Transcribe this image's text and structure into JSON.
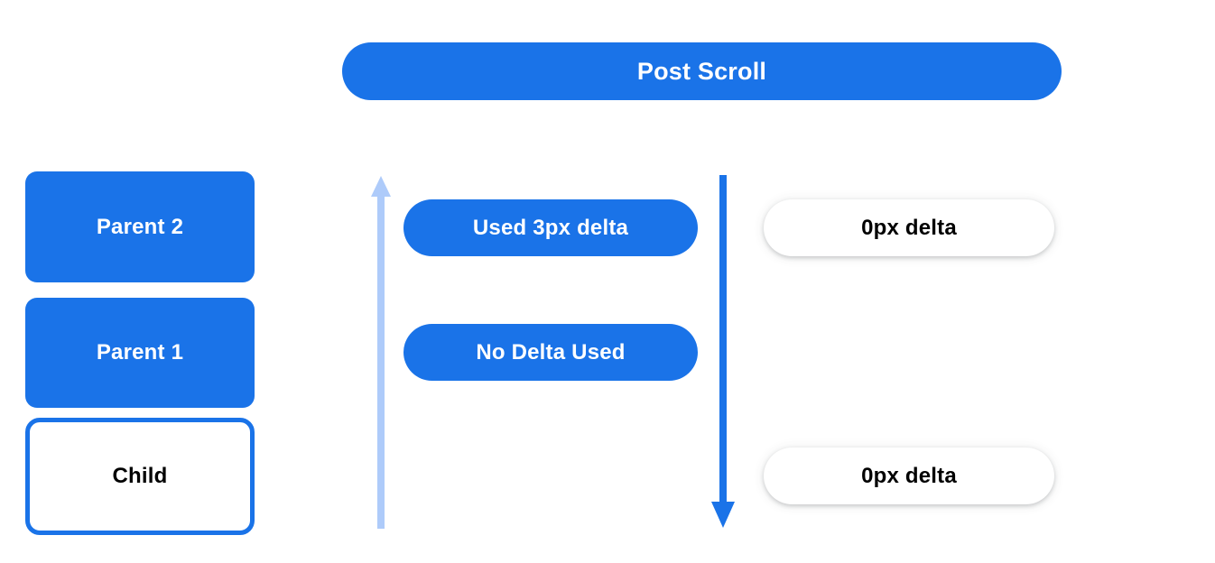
{
  "banner": {
    "label": "Post Scroll"
  },
  "colors": {
    "accent_blue": "#1a73e8",
    "light_blue": "#aecbfa",
    "white": "#ffffff",
    "text_dark": "#000000"
  },
  "left_column": {
    "boxes": [
      {
        "label": "Parent 2",
        "style": "filled"
      },
      {
        "label": "Parent 1",
        "style": "filled"
      },
      {
        "label": "Child",
        "style": "outlined"
      }
    ]
  },
  "arrows": {
    "left": {
      "name": "scroll-up-arrow",
      "direction": "up",
      "color": "#aecbfa"
    },
    "right": {
      "name": "scroll-down-arrow",
      "direction": "down",
      "color": "#1a73e8"
    }
  },
  "middle_column": {
    "pills": [
      {
        "label": "Used 3px delta"
      },
      {
        "label": "No Delta Used"
      }
    ]
  },
  "right_column": {
    "pills": [
      {
        "label": "0px delta"
      },
      {
        "label": "0px delta"
      }
    ]
  }
}
